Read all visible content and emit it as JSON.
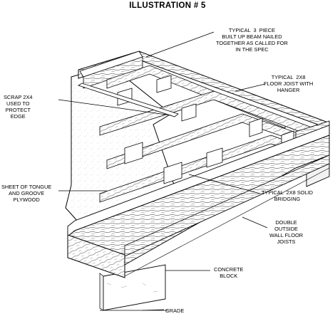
{
  "title": "ILLUSTRATION # 5",
  "callouts": {
    "beam": "TYPICAL  3  PIECE\nBUILT UP BEAM NAILED\nTOGETHER AS CALLED FOR\nIN THE SPEC",
    "joist": "TYPICAL  2X8\nFLOOR JOIST WITH\nHANGER",
    "scrap": "SCRAP 2X4\nUSED TO\nPROTECT\nEDGE",
    "plywood": "SHEET OF TONGUE\nAND GROOVE\nPLYWOOD",
    "bridging": "TYPICAL  2X8 SOLID\nBRIDGING",
    "outside": "DOUBLE\nOUTSIDE\nWALL FLOOR\nJOISTS",
    "block": "CONCRETE\nBLOCK",
    "grade": "GRADE"
  }
}
